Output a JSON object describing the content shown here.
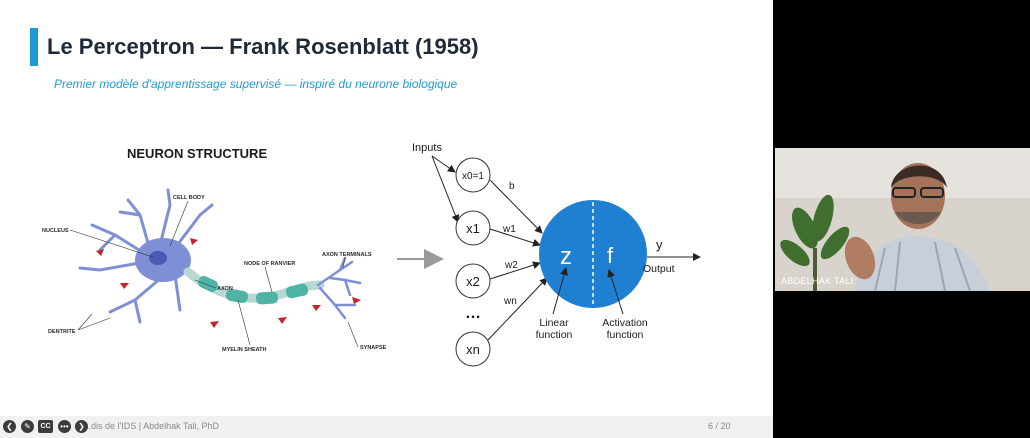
{
  "slide": {
    "title": "Le Perceptron — Frank Rosenblatt (1958)",
    "subtitle": "Premier modèle d'apprentissage supervisé — inspiré du neurone biologique",
    "accent_color": "#1e9bd7",
    "neuron": {
      "heading": "NEURON STRUCTURE",
      "labels": {
        "cell_body": "CELL BODY",
        "nucleus": "NUCLEUS",
        "node_of_ranvier": "NODE OF RANVIER",
        "axon_terminals": "AXON TERMINALS",
        "axon": "AXON",
        "dentrite": "DENTRITE",
        "myelin_sheath": "MYELIN SHEATH",
        "synapse": "SYNAPSE"
      },
      "colors": {
        "cell": "#7f8fd6",
        "axon": "#4fb3a6",
        "arrow": "#c1272d"
      }
    },
    "perceptron": {
      "inputs_label": "Inputs",
      "nodes": [
        "x0=1",
        "x1",
        "x2",
        "xn"
      ],
      "dots": "…",
      "weights": [
        "b",
        "w1",
        "w2",
        "wn"
      ],
      "sum_symbol": "z",
      "activation_symbol": "f",
      "output_symbol": "y",
      "output_label": "Output",
      "linear_label_1": "Linear",
      "linear_label_2": "function",
      "activation_label_1": "Activation",
      "activation_label_2": "function",
      "circle_color": "#1f7fd1"
    },
    "footer_text": "…dis de l'IDS  |  Abdelhak Tali, PhD",
    "page_number": "6 / 20"
  },
  "controls": [
    {
      "name": "back-arrow-icon",
      "glyph": "❮"
    },
    {
      "name": "pen-icon",
      "glyph": "✎"
    },
    {
      "name": "captions-icon",
      "glyph": "CC"
    },
    {
      "name": "more-icon",
      "glyph": "•••"
    },
    {
      "name": "forward-arrow-icon",
      "glyph": "❯"
    }
  ],
  "video": {
    "participant_name": "ABDELHAK TALI"
  }
}
